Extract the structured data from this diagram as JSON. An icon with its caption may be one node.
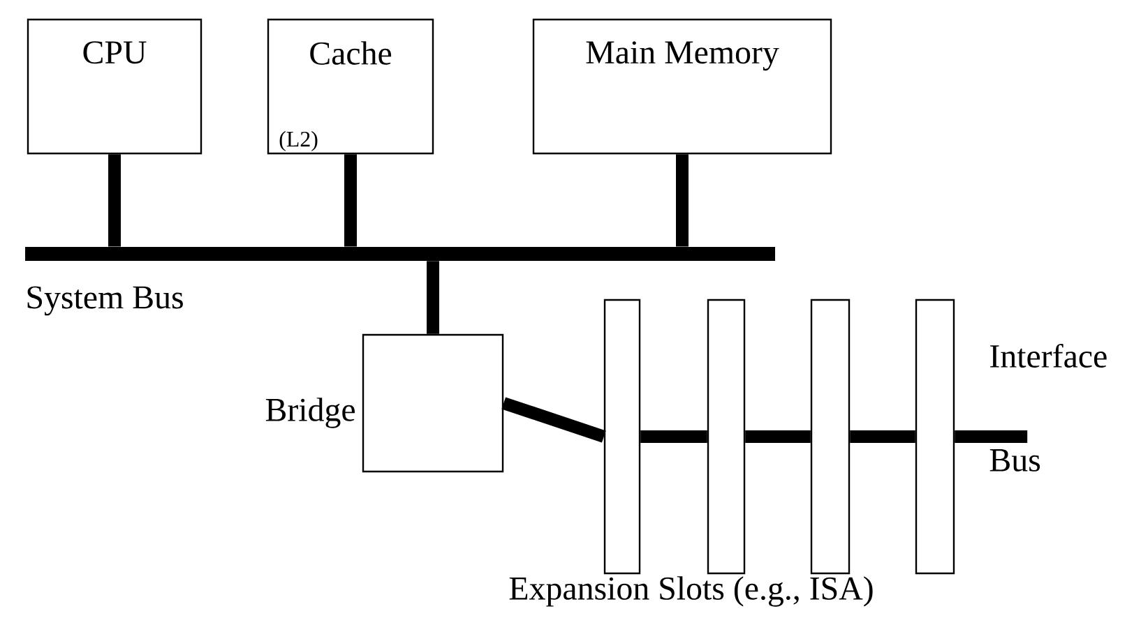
{
  "diagram": {
    "nodes": [
      {
        "text": [
          "CPU"
        ]
      },
      {
        "text": [
          "Cache",
          "(L2)"
        ]
      },
      {
        "text": [
          "Main Memory"
        ]
      },
      {
        "text": [],
        "shape": "bar",
        "beside": [
          "System Bus"
        ]
      },
      {
        "text": [],
        "shape": "box",
        "beside": [
          "Bridge"
        ]
      },
      {
        "text": [],
        "shape": "bar"
      },
      {
        "text": [],
        "shape": "bar"
      },
      {
        "text": [],
        "shape": "bar"
      },
      {
        "text": [],
        "shape": "bar"
      }
    ],
    "edges": [
      {
        "from": 0,
        "to": 3,
        "arrow": "none"
      },
      {
        "from": 1,
        "to": 3,
        "arrow": "none"
      },
      {
        "from": 2,
        "to": 3,
        "arrow": "none"
      },
      {
        "from": 3,
        "to": 4,
        "arrow": "none"
      },
      {
        "from": 4,
        "to": 5,
        "arrow": "none"
      },
      {
        "from": 5,
        "to": 6,
        "arrow": "none"
      },
      {
        "from": 6,
        "to": 7,
        "arrow": "none"
      },
      {
        "from": 7,
        "to": 8,
        "arrow": "none"
      },
      {
        "from": 8,
        "to": null,
        "arrow": "none"
      }
    ],
    "labels": [
      "Interface",
      "Bus",
      "Expansion Slots (e.g., ISA)"
    ]
  }
}
